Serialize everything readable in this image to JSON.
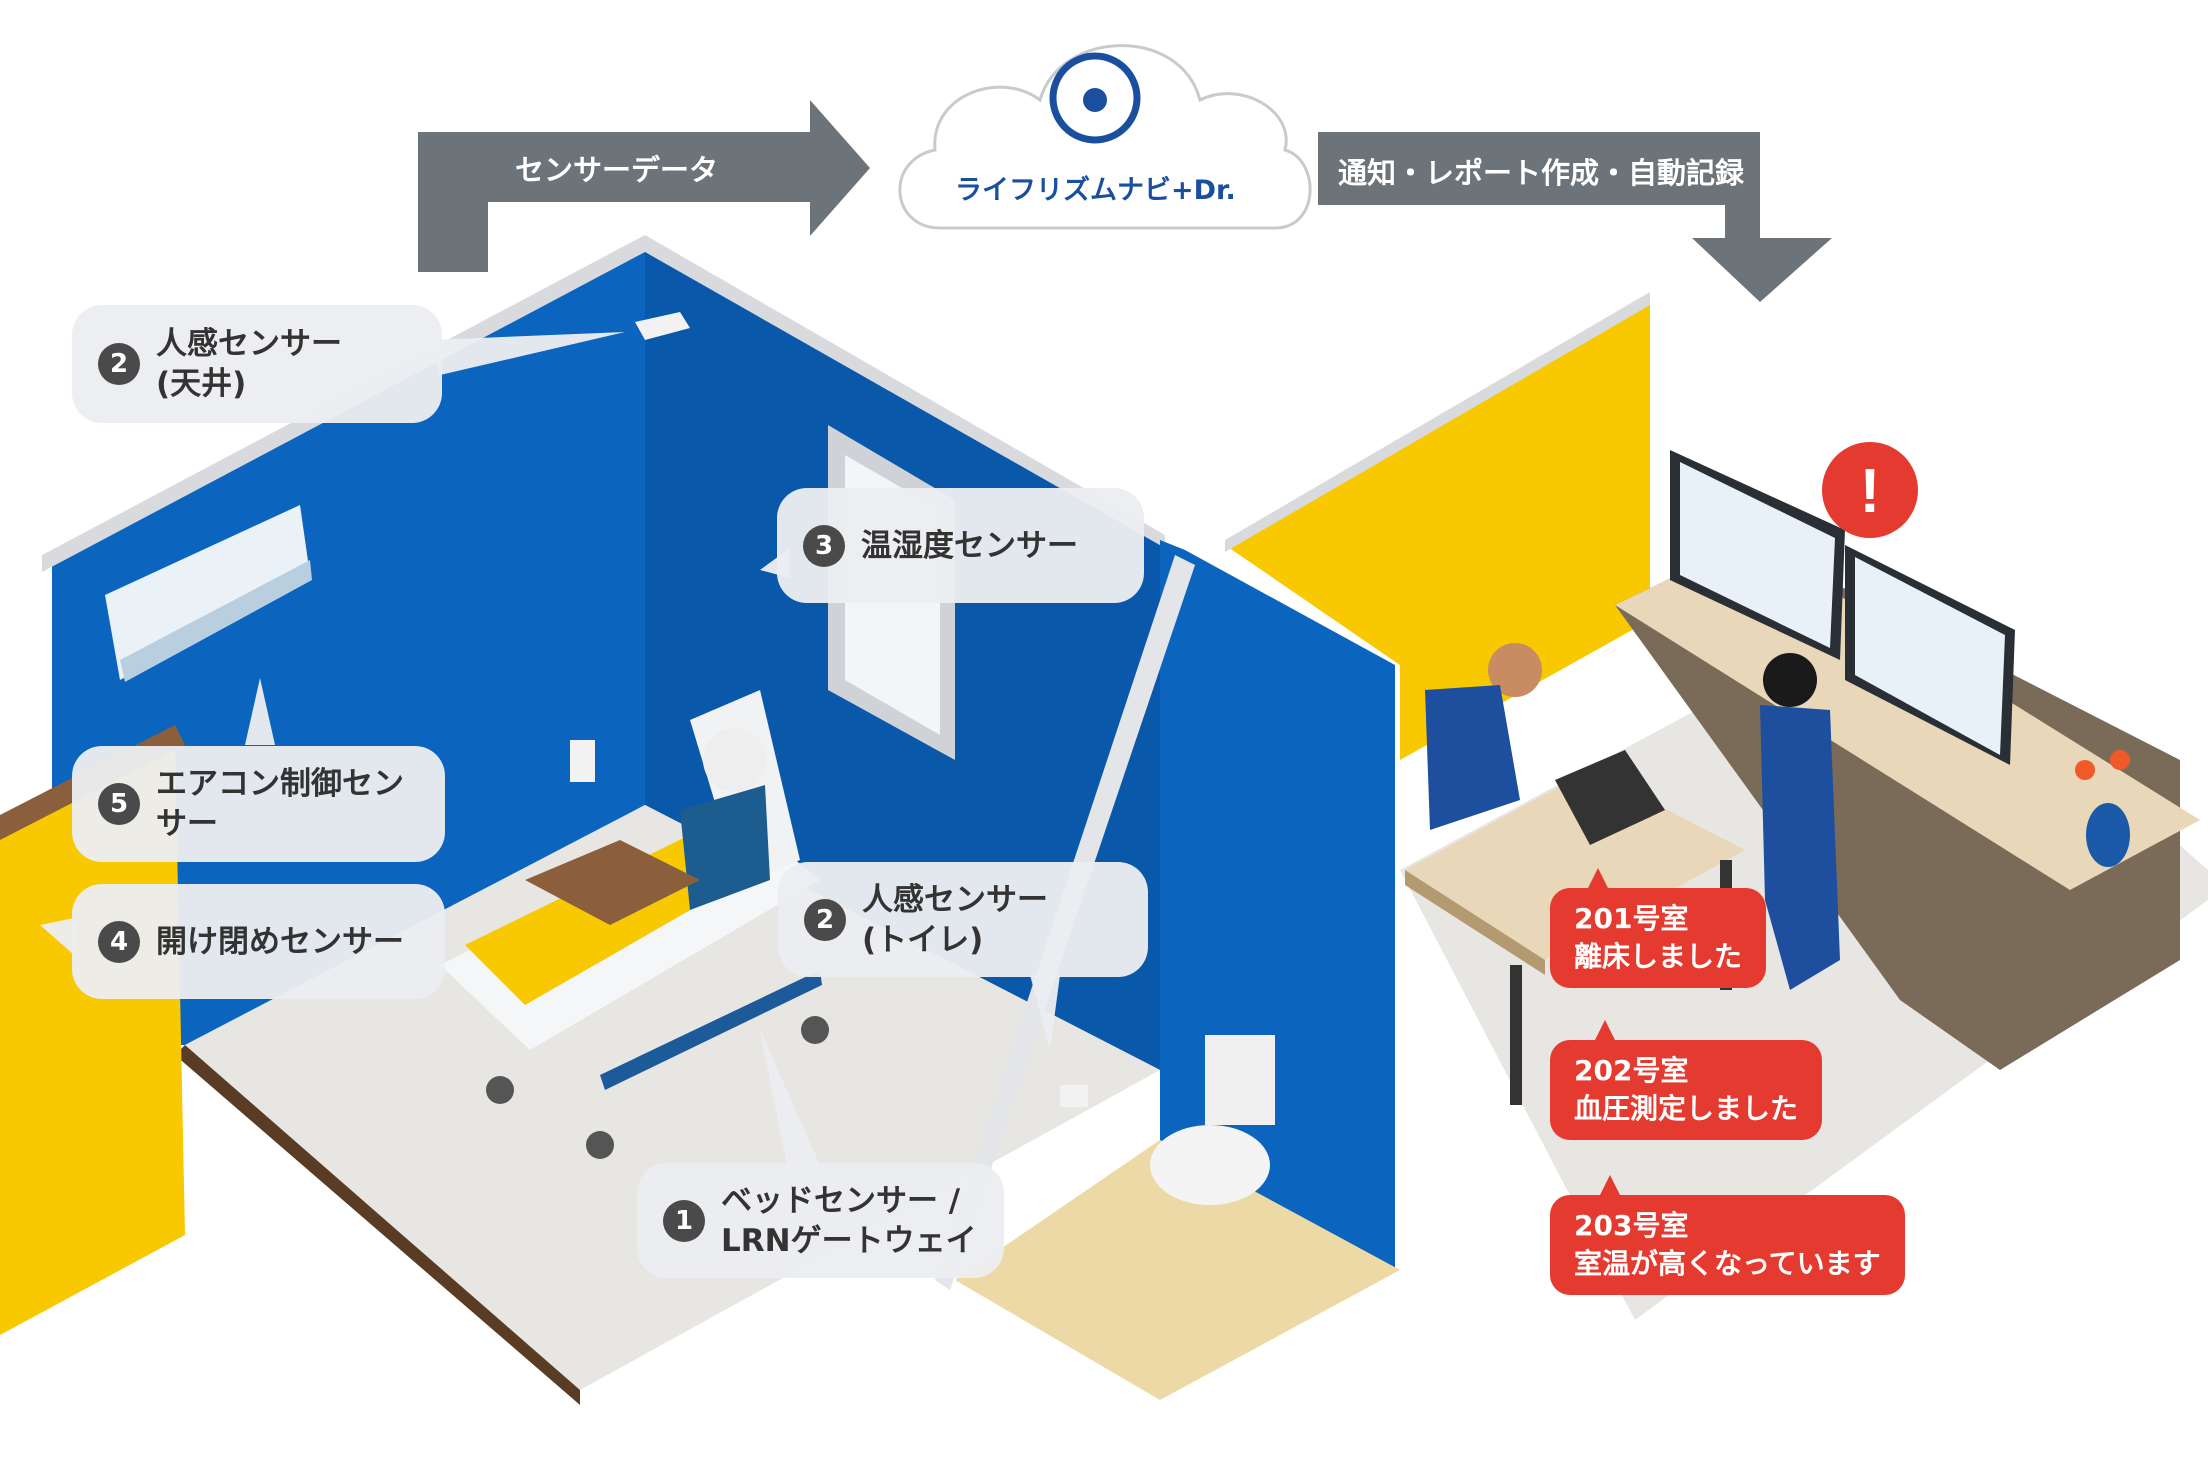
{
  "flow": {
    "sensor_data_label": "センサーデータ",
    "cloud_name": "ライフリズムナビ+Dr.",
    "output_label": "通知・レポート作成・自動記録"
  },
  "callouts": [
    {
      "num": "2",
      "line1": "人感センサー",
      "line2": "(天井)"
    },
    {
      "num": "3",
      "line1": "温湿度センサー",
      "line2": ""
    },
    {
      "num": "5",
      "line1": "エアコン制御センサー",
      "line2": ""
    },
    {
      "num": "4",
      "line1": "開け閉めセンサー",
      "line2": ""
    },
    {
      "num": "2",
      "line1": "人感センサー",
      "line2": "(トイレ)"
    },
    {
      "num": "1",
      "line1": "ベッドセンサー /",
      "line2": "LRNゲートウェイ"
    }
  ],
  "notifications": [
    {
      "room": "201号室",
      "message": "離床しました"
    },
    {
      "room": "202号室",
      "message": "血圧測定しました"
    },
    {
      "room": "203号室",
      "message": "室温が高くなっています"
    }
  ],
  "alert_symbol": "!",
  "colors": {
    "wall_blue": "#0a5eb0",
    "wall_yellow": "#f8c800",
    "arrow_gray": "#6d7479",
    "alert_red": "#e43a30",
    "floor": "#e8e6e3"
  }
}
